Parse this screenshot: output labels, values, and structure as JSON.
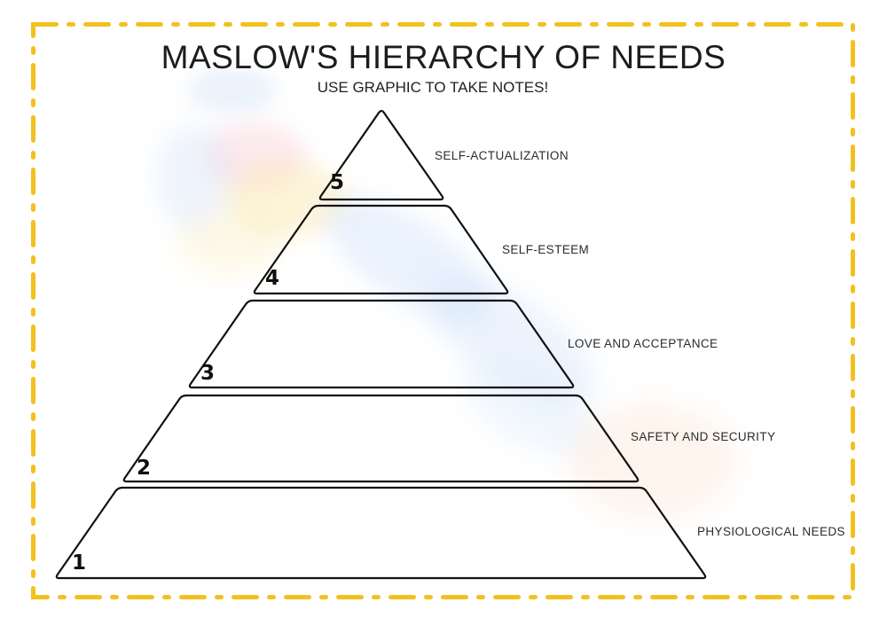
{
  "page": {
    "title": "MASLOW'S HIERARCHY OF NEEDS",
    "subtitle": "USE GRAPHIC TO TAKE NOTES!",
    "colors": {
      "border": "#F2C11E",
      "outline": "#111111",
      "text": "#1E1E1E"
    }
  },
  "pyramid": {
    "levels": [
      {
        "number": "5",
        "label": "SELF-ACTUALIZATION"
      },
      {
        "number": "4",
        "label": "SELF-ESTEEM"
      },
      {
        "number": "3",
        "label": "LOVE AND ACCEPTANCE"
      },
      {
        "number": "2",
        "label": "SAFETY AND SECURITY"
      },
      {
        "number": "1",
        "label": "PHYSIOLOGICAL NEEDS"
      }
    ]
  }
}
